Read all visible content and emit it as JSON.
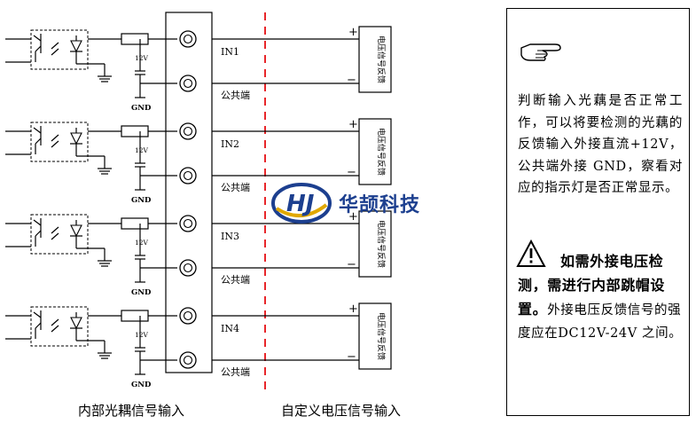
{
  "channels": [
    {
      "input_label": "IN1",
      "common_label": "公共端"
    },
    {
      "input_label": "IN2",
      "common_label": "公共端"
    },
    {
      "input_label": "IN3",
      "common_label": "公共端"
    },
    {
      "input_label": "IN4",
      "common_label": "公共端"
    }
  ],
  "components": {
    "voltage_label": "12V",
    "gnd_label": "GND",
    "feedback_label": "电压信号反馈",
    "plus": "+",
    "minus": "−"
  },
  "brand": {
    "logo_text": "华颉科技"
  },
  "captions": {
    "left": "内部光耦信号输入",
    "right": "自定义电压信号输入"
  },
  "note": {
    "paragraph1": "判断输入光藕是否正常工作，可以将要检测的光藕的反馈输入外接直流+12V，公共端外接 GND，察看对应的指示灯是否正常显示。",
    "warning_bold": "如需外接电压检测，需进行内部跳帽设置。",
    "warning_rest": "外接电压反馈信号的强度应在DC12V-24V 之间。"
  },
  "colors": {
    "dashed_line": "#e8262a",
    "logo_blue": "#1c3f8f",
    "logo_gold": "#e0a800"
  }
}
